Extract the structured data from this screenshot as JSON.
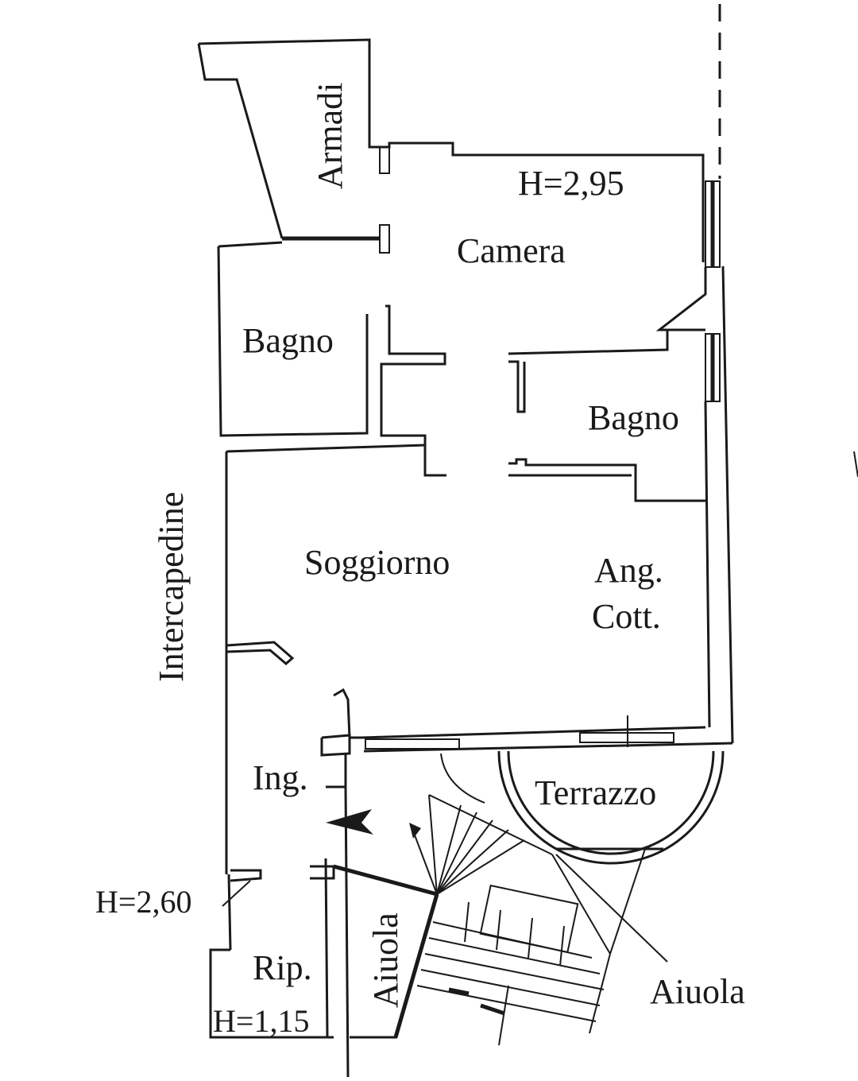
{
  "rooms": {
    "armadi": "Armadi",
    "camera": "Camera",
    "bagno_left": "Bagno",
    "bagno_right": "Bagno",
    "soggiorno": "Soggiorno",
    "ang_line1": "Ang.",
    "ang_line2": "Cott.",
    "intercapedine": "Intercapedine",
    "ingresso": "Ing.",
    "terrazzo": "Terrazzo",
    "ripostiglio": "Rip.",
    "aiuola_left": "Aiuola",
    "aiuola_right": "Aiuola"
  },
  "heights": {
    "main": "H=2,95",
    "entrance": "H=2,60",
    "storage": "H=1,15"
  }
}
